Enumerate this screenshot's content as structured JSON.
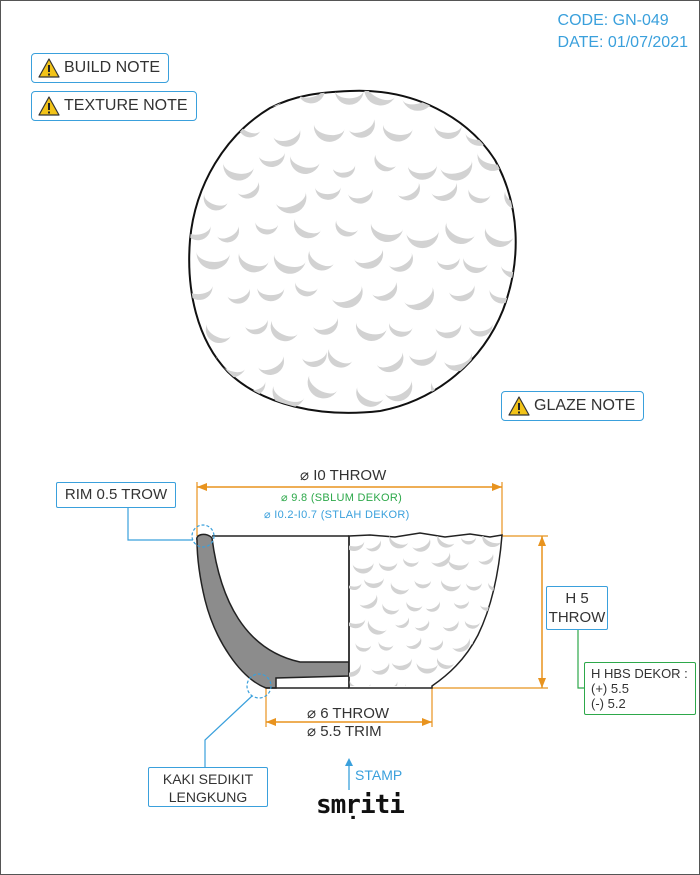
{
  "header": {
    "code": "CODE: GN-049",
    "date": "DATE: 01/07/2021"
  },
  "notes": {
    "build": "BUILD NOTE",
    "texture": "TEXTURE NOTE",
    "glaze": "GLAZE NOTE"
  },
  "dimensions": {
    "top_diameter": "⌀ I0 THROW",
    "green_diameter": "⌀ 9.8 (SBLUM DEKOR)",
    "blue_diameter": "⌀ I0.2-I0.7 (STLAH DEKOR)",
    "rim": "RIM 0.5 TROW",
    "height_line1": "H 5",
    "height_line2": "THROW",
    "dekor_height_line1": "H HBS DEKOR :",
    "dekor_height_line2": "(+) 5.5",
    "dekor_height_line3": "(-) 5.2",
    "foot_diameter": "⌀ 6 THROW",
    "foot_trim": "⌀ 5.5 TRIM"
  },
  "foot_note": {
    "line1": "KAKI SEDIKIT",
    "line2": "LENGKUNG"
  },
  "stamp": {
    "label": "STAMP",
    "mark": "smṛiti"
  },
  "colors": {
    "accent_blue": "#3aa0dc",
    "dimension_orange": "#e8931e",
    "dekor_green": "#2da84a",
    "warning_yellow": "#f2c318",
    "section_grey": "#8c8c8c",
    "dimple_grey": "#d2d2d2"
  }
}
